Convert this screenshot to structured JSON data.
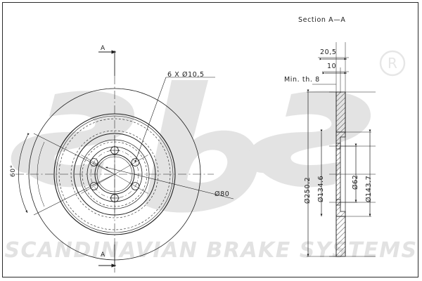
{
  "document": {
    "type": "engineering-drawing",
    "subject": "brake disc",
    "brand_watermark": "sbs",
    "registered_mark": "®",
    "footer_text": "SCANDINAVIAN BRAKE SYSTEMS"
  },
  "views": {
    "front": {
      "section_marker_top": "A",
      "section_marker_bottom": "A",
      "angle_label": "60°",
      "hole_callout": "6 X Ø10,5",
      "center_bore_callout": "Ø80"
    },
    "section": {
      "title": "Section A—A",
      "overall_thickness": "20,5",
      "disc_thickness": "10",
      "min_thickness": "Min. th. 8",
      "outer_diameter": "Ø250.2",
      "bolt_circle_diameter": "Ø134.6",
      "hub_bore_diameter": "Ø62",
      "hat_diameter": "Ø143.7"
    }
  },
  "colors": {
    "line": "#1d1d1d",
    "watermark": "#e2e2e2",
    "background": "#ffffff"
  }
}
